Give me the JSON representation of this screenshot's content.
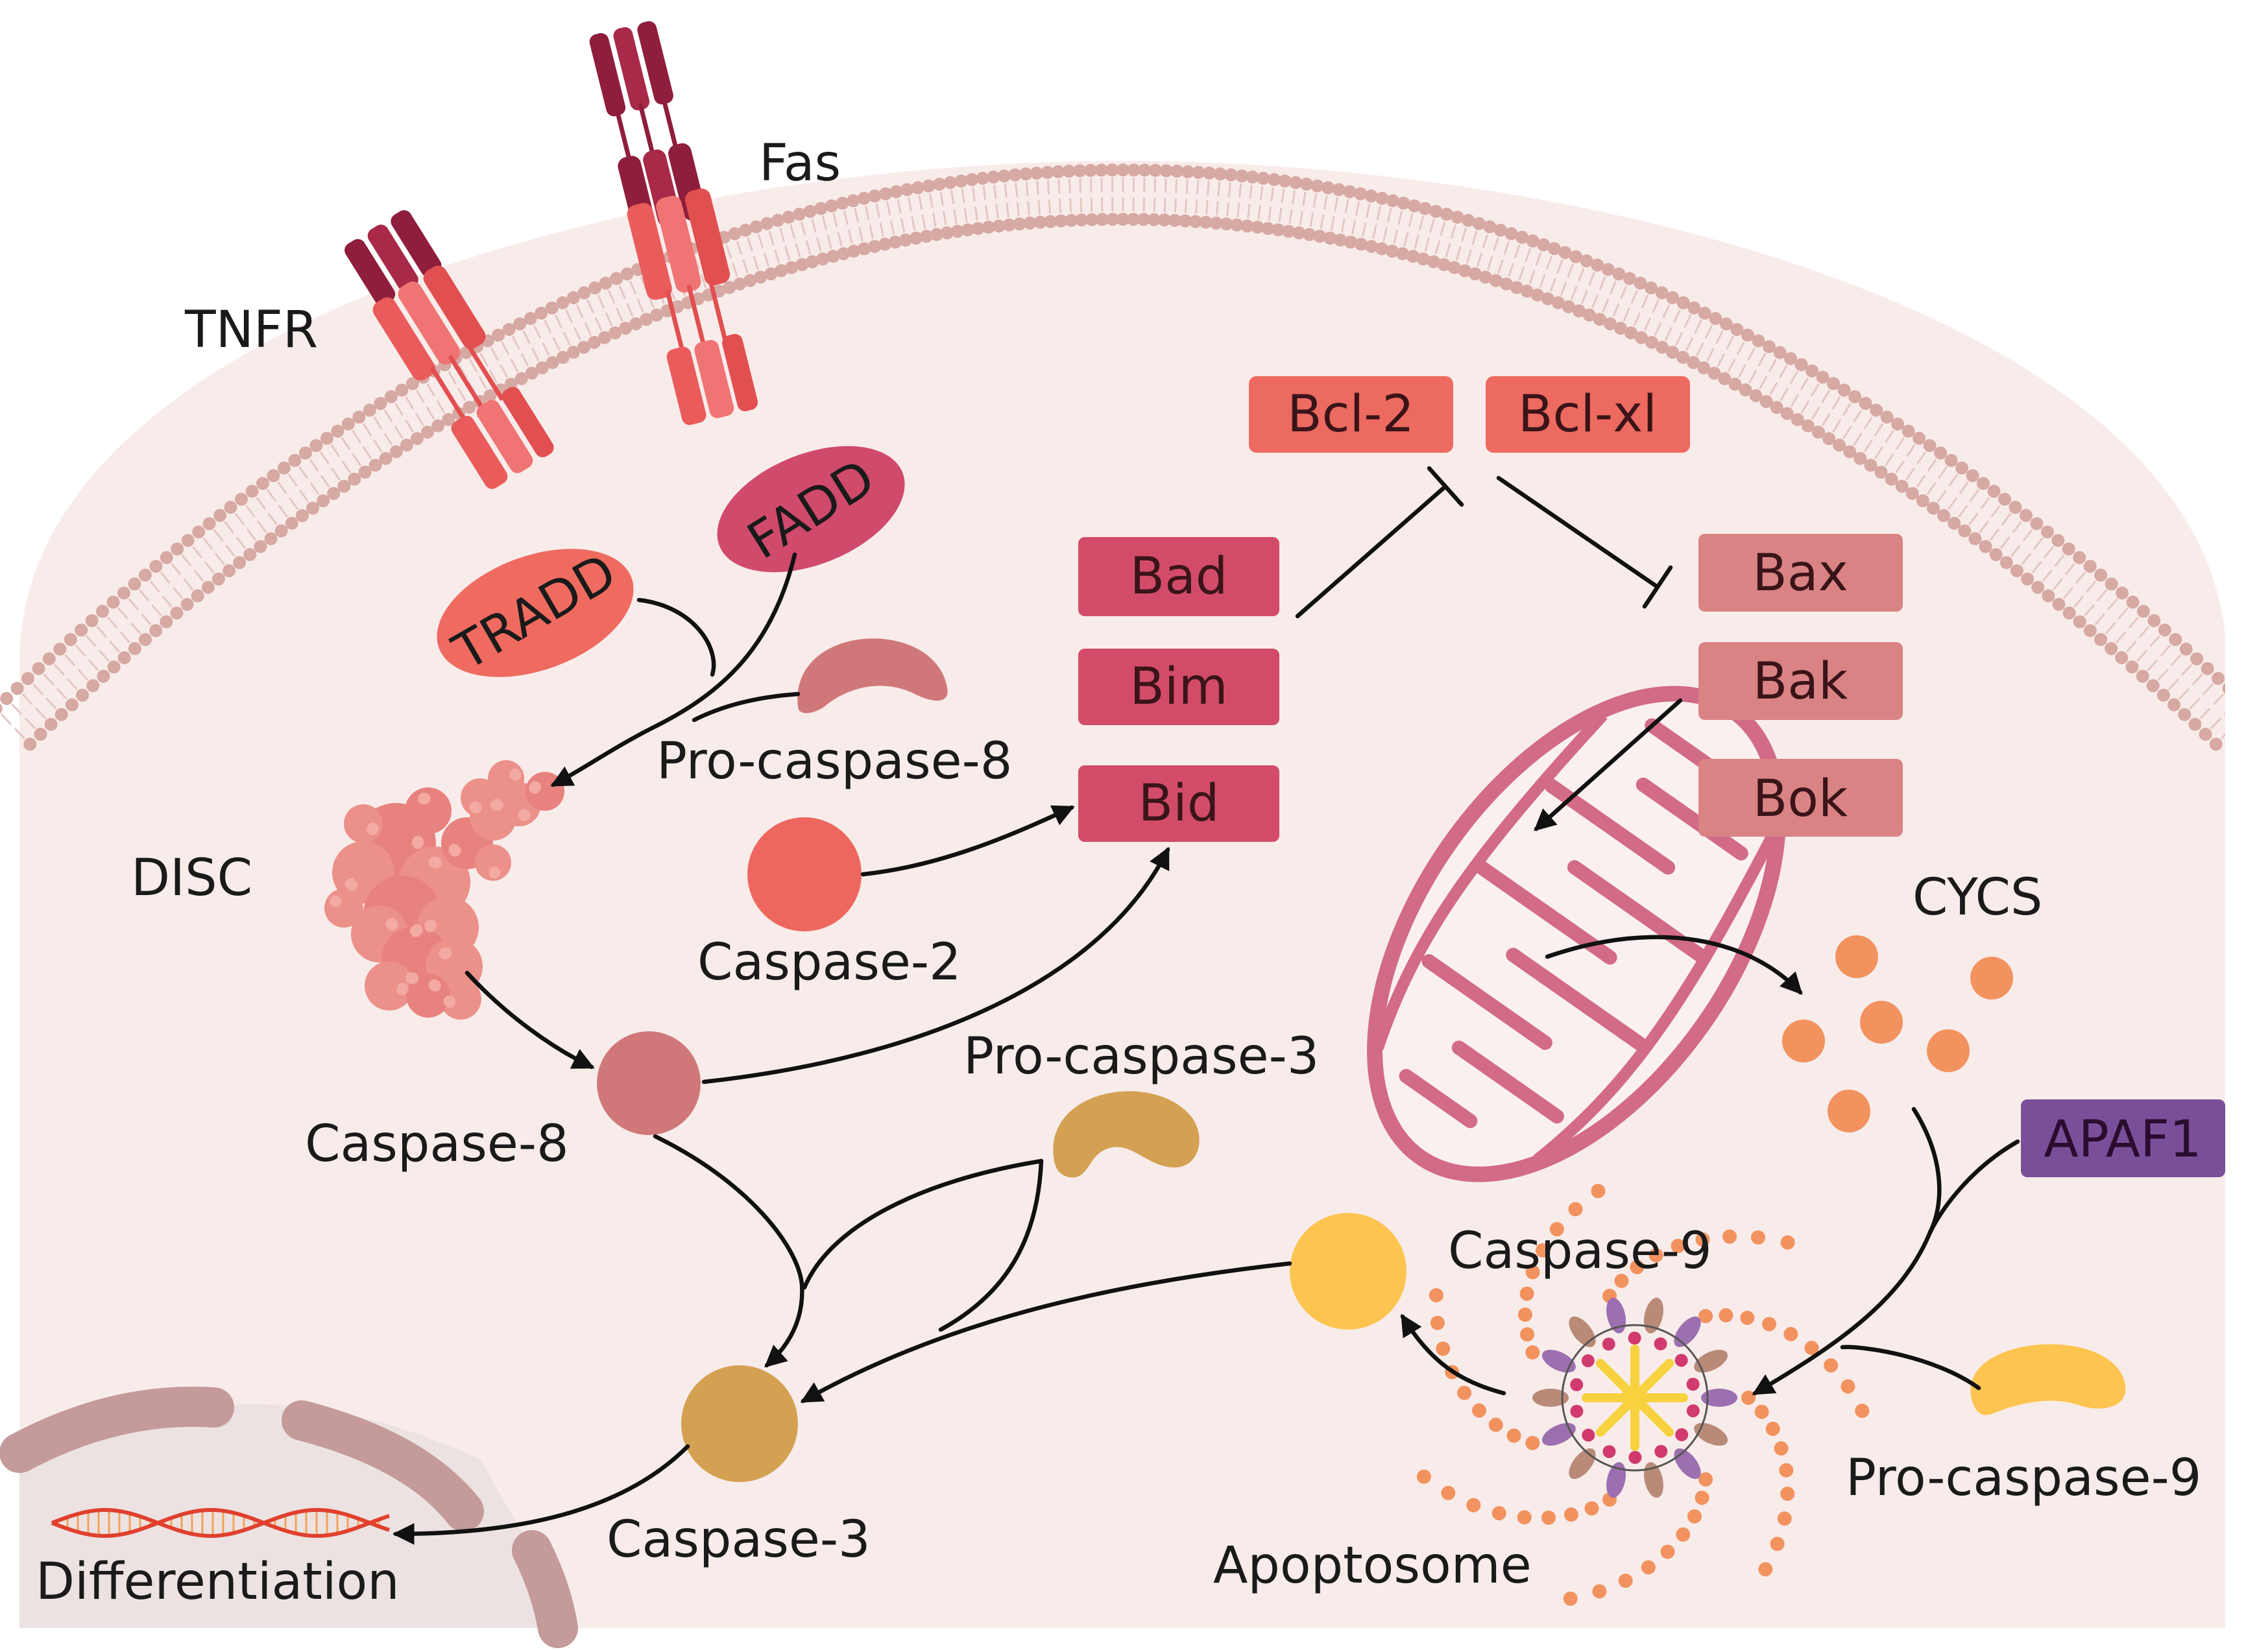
{
  "receptors": {
    "tnfr": "TNFR",
    "fas": "Fas"
  },
  "adaptors": {
    "tradd": "TRADD",
    "fadd": "FADD"
  },
  "disc": "DISC",
  "procaspase8": "Pro-caspase-8",
  "caspase2": "Caspase-2",
  "caspase8": "Caspase-8",
  "procaspase3": "Pro-caspase-3",
  "caspase3": "Caspase-3",
  "caspase9": "Caspase-9",
  "procaspase9": "Pro-caspase-9",
  "apoptosome": "Apoptosome",
  "cycs": "CYCS",
  "apaf1": "APAF1",
  "differentiation": "Differentiation",
  "bh3_only": [
    "Bad",
    "Bim",
    "Bid"
  ],
  "anti_apoptotic": [
    "Bcl-2",
    "Bcl-xl"
  ],
  "pro_apoptotic": [
    "Bax",
    "Bak",
    "Bok"
  ],
  "colors": {
    "cytoplasm": "#f8ecea",
    "membrane_head": "#d6a9a2",
    "receptor_light": "#ea5b5b",
    "receptor_dark": "#8e1e3c",
    "tradd": "#ef6b60",
    "fadd": "#d04a6c",
    "bh3_box": "#d24c6a",
    "bcl_box": "#ed6a60",
    "bax_box": "#d98384",
    "caspase8": "#d07879",
    "caspase2": "#ee675f",
    "caspase3": "#d4a052",
    "caspase9": "#fdc450",
    "cycs": "#f2925f",
    "apaf1": "#7a4f9a",
    "mitochondrion": "#d26b85"
  }
}
